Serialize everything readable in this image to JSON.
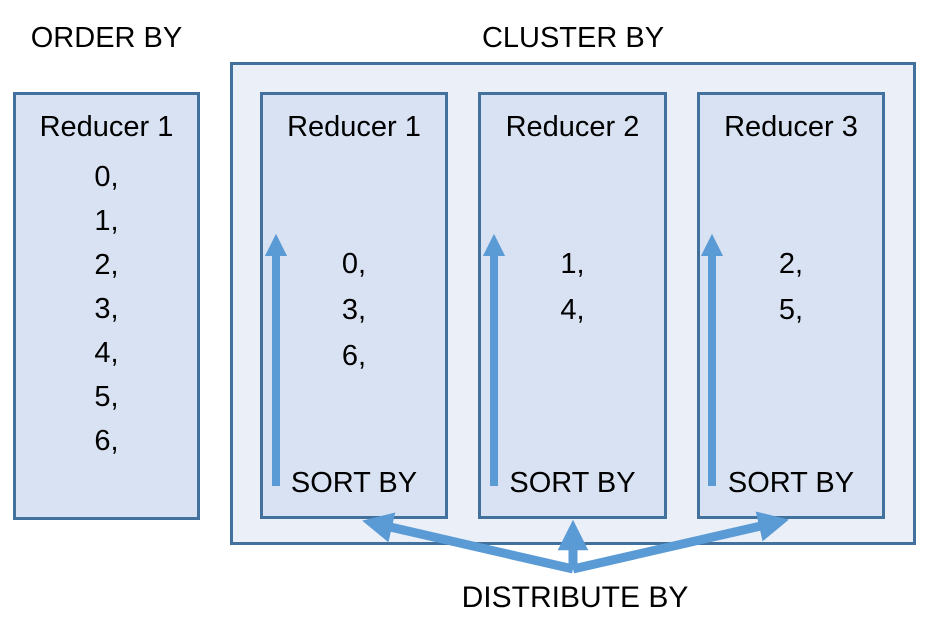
{
  "colors": {
    "border": "#41719c",
    "arrow": "#5b9bd5",
    "box_fill": "#d9e2f2",
    "outer_fill": "#eaeff8",
    "text": "#000000"
  },
  "order_by": {
    "title": "ORDER BY",
    "reducer": {
      "label": "Reducer 1",
      "values": [
        "0,",
        "1,",
        "2,",
        "3,",
        "4,",
        "5,",
        "6,"
      ]
    }
  },
  "cluster_by": {
    "title": "CLUSTER BY",
    "reducers": [
      {
        "label": "Reducer 1",
        "values": [
          "0,",
          "3,",
          "6,"
        ],
        "sort_label": "SORT BY"
      },
      {
        "label": "Reducer 2",
        "values": [
          "1,",
          "4,"
        ],
        "sort_label": "SORT BY"
      },
      {
        "label": "Reducer 3",
        "values": [
          "2,",
          "5,"
        ],
        "sort_label": "SORT BY"
      }
    ]
  },
  "distribute_by": {
    "label": "DISTRIBUTE BY"
  }
}
